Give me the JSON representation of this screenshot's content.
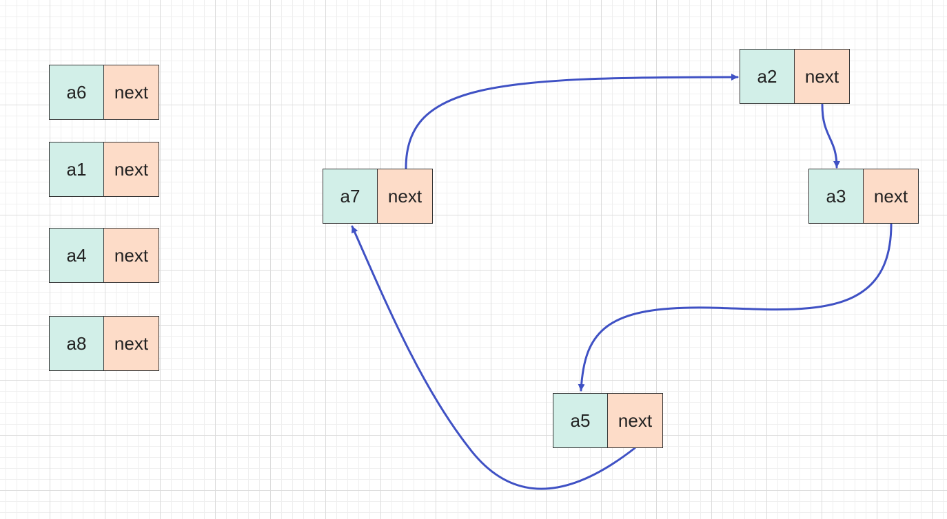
{
  "colors": {
    "value_fill": "#d2efe8",
    "next_fill": "#fddcc8",
    "border": "#333333",
    "arrow": "#3f51c4"
  },
  "nodes": [
    {
      "id": "a6",
      "value": "a6",
      "next_label": "next"
    },
    {
      "id": "a1",
      "value": "a1",
      "next_label": "next"
    },
    {
      "id": "a4",
      "value": "a4",
      "next_label": "next"
    },
    {
      "id": "a8",
      "value": "a8",
      "next_label": "next"
    },
    {
      "id": "a7",
      "value": "a7",
      "next_label": "next"
    },
    {
      "id": "a2",
      "value": "a2",
      "next_label": "next"
    },
    {
      "id": "a3",
      "value": "a3",
      "next_label": "next"
    },
    {
      "id": "a5",
      "value": "a5",
      "next_label": "next"
    }
  ],
  "edges": [
    {
      "from": "a7",
      "to": "a2"
    },
    {
      "from": "a2",
      "to": "a3"
    },
    {
      "from": "a3",
      "to": "a5"
    },
    {
      "from": "a5",
      "to": "a7"
    }
  ]
}
